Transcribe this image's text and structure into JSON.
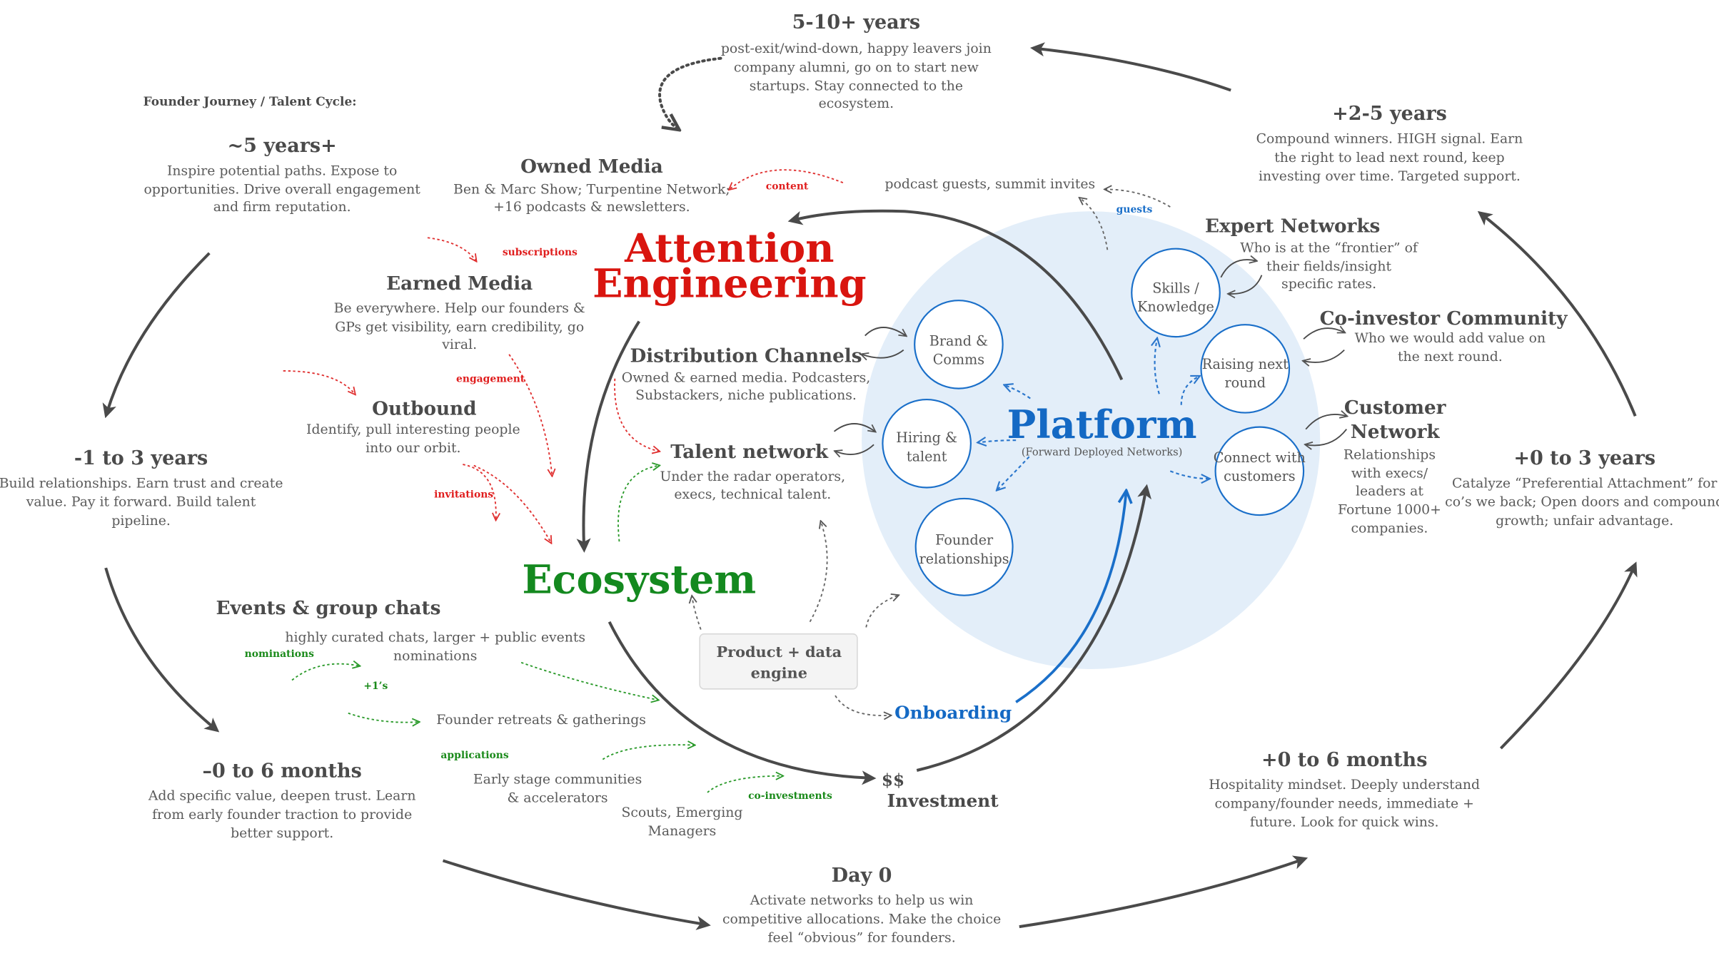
{
  "title": "Founder Journey / Talent Cycle:",
  "colors": {
    "attention": "#d9150f",
    "ecosystem": "#14891f",
    "platform": "#1469c4",
    "platform_bg": "#e3eef9",
    "text": "#4a4a4a"
  },
  "stages": {
    "five_ten_years": {
      "title": "5-10+ years",
      "lines": [
        "post-exit/wind-down, happy leavers join",
        "company alumni, go on to start new",
        "startups. Stay connected to the",
        "ecosystem."
      ]
    },
    "five_years": {
      "title": "~5 years+",
      "lines": [
        "Inspire potential paths. Expose to",
        "opportunities. Drive overall engagement",
        "and firm reputation."
      ]
    },
    "minus_one_three": {
      "title": "-1 to 3 years",
      "lines": [
        "Build relationships. Earn trust and create",
        "value. Pay it forward. Build talent",
        "pipeline."
      ]
    },
    "minus_zero_six": {
      "title": "–0 to 6 months",
      "lines": [
        "Add specific value, deepen trust. Learn",
        "from early founder traction to provide",
        "better support."
      ]
    },
    "day_zero": {
      "title": "Day 0",
      "lines": [
        "Activate networks to help us win",
        "competitive allocations. Make the choice",
        "feel “obvious” for founders."
      ]
    },
    "plus_zero_six": {
      "title": "+0 to 6 months",
      "lines": [
        "Hospitality mindset. Deeply understand",
        "company/founder needs, immediate +",
        "future. Look for quick wins."
      ]
    },
    "plus_zero_three": {
      "title": "+0 to 3 years",
      "lines": [
        "Catalyze “Preferential Attachment” for",
        "co’s we back; Open doors and compound",
        "growth; unfair advantage."
      ]
    },
    "plus_two_five": {
      "title": "+2-5 years",
      "lines": [
        "Compound winners. HIGH signal. Earn",
        "the right to lead next round, keep",
        "investing over time. Targeted support."
      ]
    }
  },
  "attention": {
    "title_line1": "Attention",
    "title_line2": "Engineering",
    "owned_media": {
      "title": "Owned Media",
      "lines": [
        "Ben & Marc Show; Turpentine Network;",
        "+16 podcasts & newsletters."
      ]
    },
    "earned_media": {
      "title": "Earned Media",
      "lines": [
        "Be everywhere. Help our founders &",
        "GPs get visibility, earn credibility, go",
        "viral."
      ]
    },
    "outbound": {
      "title": "Outbound",
      "lines": [
        "Identify, pull interesting people",
        "into our orbit."
      ]
    },
    "distribution": {
      "title": "Distribution Channels",
      "lines": [
        "Owned & earned media. Podcasters,",
        "Substackers, niche publications."
      ]
    },
    "talent_network": {
      "title": "Talent network",
      "lines": [
        "Under the radar operators,",
        "execs, technical talent."
      ]
    },
    "labels": {
      "content": "content",
      "subscriptions": "subscriptions",
      "engagement": "engagement",
      "invitations": "invitations"
    },
    "podcast_guests": "podcast guests, summit invites",
    "guests": "guests"
  },
  "ecosystem": {
    "title": "Ecosystem",
    "events": {
      "title": "Events & group chats",
      "lines": [
        "highly curated chats, larger + public events",
        "nominations"
      ]
    },
    "retreats": "Founder retreats & gatherings",
    "early_stage": [
      "Early stage communities",
      "& accelerators"
    ],
    "scouts": [
      "Scouts, Emerging",
      "Managers"
    ],
    "labels": {
      "nominations": "nominations",
      "plus_ones": "+1’s",
      "applications": "applications",
      "co_investments": "co-investments"
    },
    "product_engine": [
      "Product + data",
      "engine"
    ],
    "onboarding": "Onboarding",
    "investment": [
      "$$",
      "Investment"
    ]
  },
  "platform": {
    "title": "Platform",
    "subtitle": "(Forward Deployed Networks)",
    "nodes": {
      "brand": [
        "Brand &",
        "Comms"
      ],
      "hiring": [
        "Hiring &",
        "talent"
      ],
      "founder": [
        "Founder",
        "relationships"
      ],
      "skills": [
        "Skills /",
        "Knowledge"
      ],
      "raising": [
        "Raising next",
        "round"
      ],
      "customers": [
        "Connect with",
        "customers"
      ]
    },
    "expert": {
      "title": "Expert Networks",
      "lines": [
        "Who is at the “frontier” of",
        "their fields/insight",
        "specific rates."
      ]
    },
    "coinvestor": {
      "title": "Co-investor Community",
      "lines": [
        "Who we would add value on",
        "the next round."
      ]
    },
    "customer_net": {
      "title_lines": [
        "Customer",
        "Network"
      ],
      "lines": [
        "Relationships",
        "with execs/",
        "leaders at",
        "Fortune 1000+",
        "companies."
      ]
    }
  }
}
